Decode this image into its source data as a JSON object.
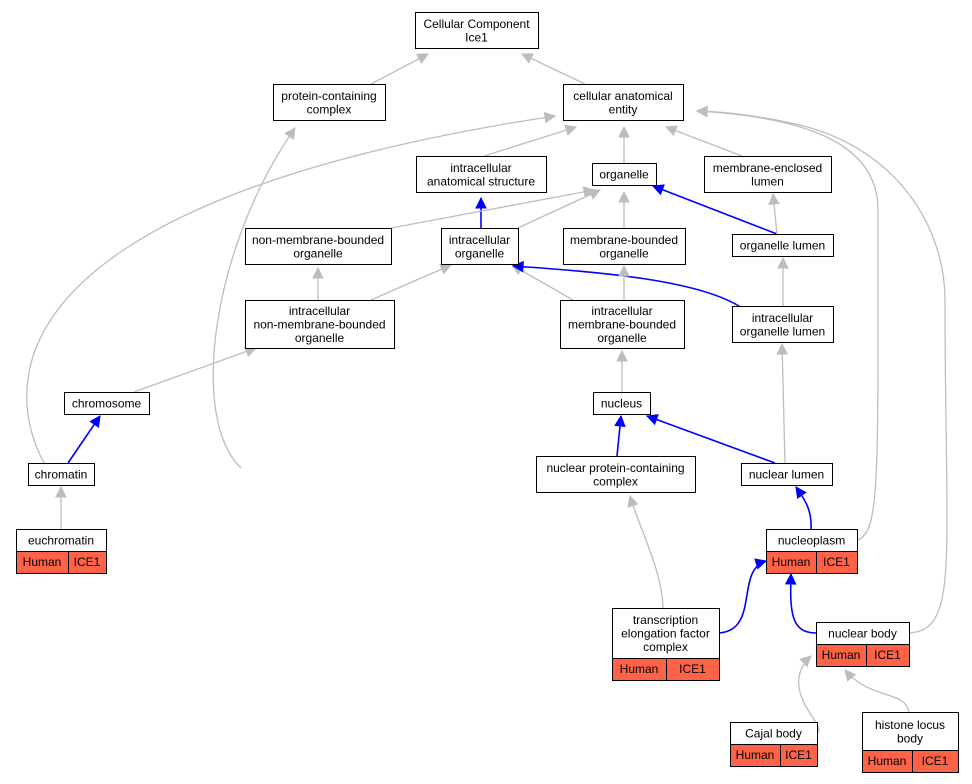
{
  "colors": {
    "edge_gray": "#bdbdbd",
    "edge_blue": "#0000ff",
    "annotation_fill": "#ff6347",
    "node_border": "#000000"
  },
  "nodes": {
    "root": [
      "Cellular Component",
      "Ice1"
    ],
    "protein_complex": [
      "protein-containing",
      "complex"
    ],
    "cellular_anatomical_entity": [
      "cellular anatomical",
      "entity"
    ],
    "intracellular_anatomical_structure": [
      "intracellular",
      "anatomical structure"
    ],
    "organelle": [
      "organelle"
    ],
    "membrane_enclosed_lumen": [
      "membrane-enclosed",
      "lumen"
    ],
    "non_membrane_bounded_organelle": [
      "non-membrane-bounded",
      "organelle"
    ],
    "intracellular_organelle": [
      "intracellular",
      "organelle"
    ],
    "membrane_bounded_organelle": [
      "membrane-bounded",
      "organelle"
    ],
    "organelle_lumen": [
      "organelle lumen"
    ],
    "intracellular_non_membrane_bounded_organelle": [
      "intracellular",
      "non-membrane-bounded",
      "organelle"
    ],
    "intracellular_membrane_bounded_organelle": [
      "intracellular",
      "membrane-bounded",
      "organelle"
    ],
    "intracellular_organelle_lumen": [
      "intracellular",
      "organelle lumen"
    ],
    "chromosome": [
      "chromosome"
    ],
    "nucleus": [
      "nucleus"
    ],
    "chromatin": [
      "chromatin"
    ],
    "nuclear_protein_complex": [
      "nuclear protein-containing",
      "complex"
    ],
    "nuclear_lumen": [
      "nuclear lumen"
    ],
    "euchromatin": [
      "euchromatin"
    ],
    "nucleoplasm": [
      "nucleoplasm"
    ],
    "transcription_elongation_factor_complex": [
      "transcription",
      "elongation factor",
      "complex"
    ],
    "nuclear_body": [
      "nuclear body"
    ],
    "cajal_body": [
      "Cajal body"
    ],
    "histone_locus_body": [
      "histone locus",
      "body"
    ]
  },
  "annotations": {
    "euchromatin": [
      "Human",
      "ICE1"
    ],
    "nucleoplasm": [
      "Human",
      "ICE1"
    ],
    "transcription_elongation_factor_complex": [
      "Human",
      "ICE1"
    ],
    "nuclear_body": [
      "Human",
      "ICE1"
    ],
    "cajal_body": [
      "Human",
      "ICE1"
    ],
    "histone_locus_body": [
      "Human",
      "ICE1"
    ]
  }
}
